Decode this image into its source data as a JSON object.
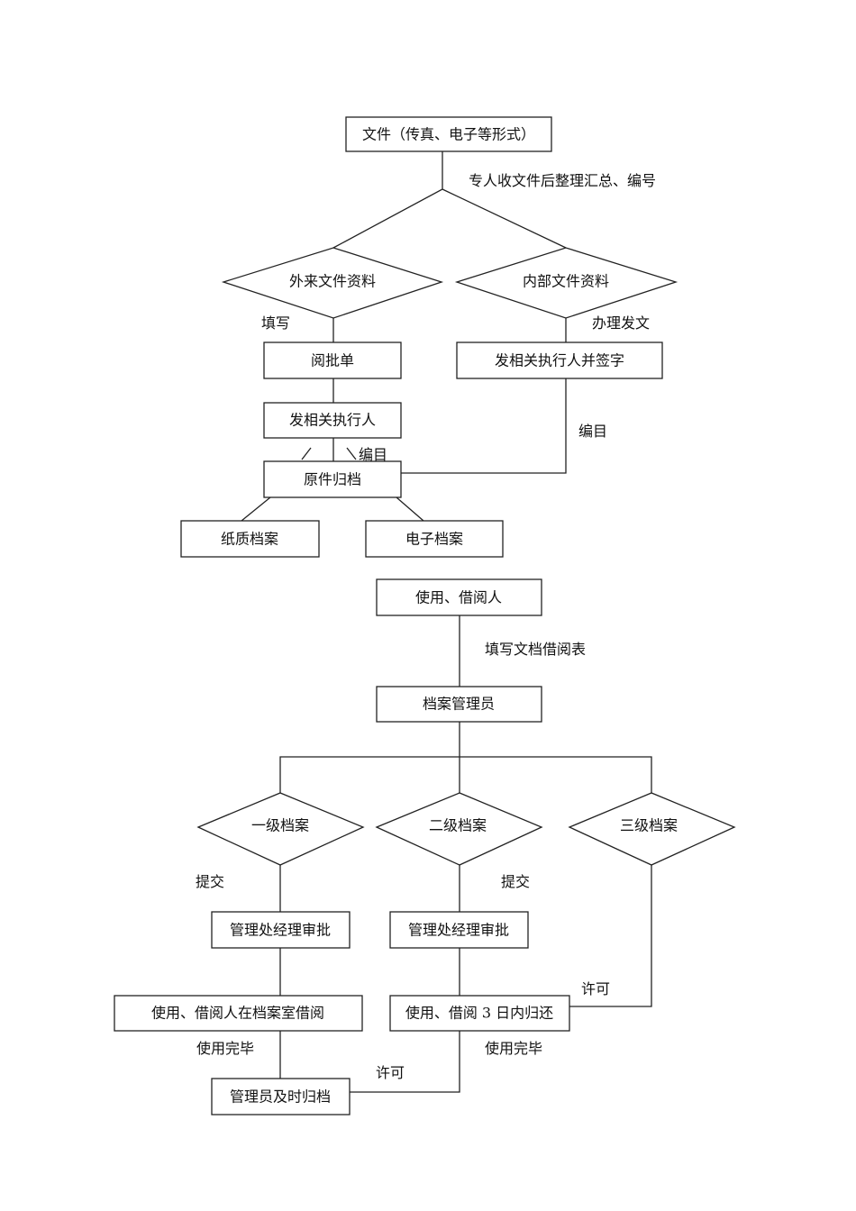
{
  "flow1": {
    "start": "文件（传真、电子等形式）",
    "receive_label": "专人收文件后整理汇总、编号",
    "external": "外来文件资料",
    "internal": "内部文件资料",
    "fill_label": "填写",
    "issue_label": "办理发文",
    "approval_form": "阅批单",
    "send_sign": "发相关执行人并签字",
    "send": "发相关执行人",
    "catalog_label_left": "编目",
    "catalog_label_right": "编目",
    "archive": "原件归档",
    "paper": "纸质档案",
    "electronic": "电子档案"
  },
  "flow2": {
    "user": "使用、借阅人",
    "form_label": "填写文档借阅表",
    "admin": "档案管理员",
    "level1": "一级档案",
    "level2": "二级档案",
    "level3": "三级档案",
    "submit1": "提交",
    "submit2": "提交",
    "approve1": "管理处经理审批",
    "approve2": "管理处经理审批",
    "borrow_room": "使用、借阅人在档案室借阅",
    "borrow_return": "使用、借阅 3 日内归还",
    "permit_right": "许可",
    "done1": "使用完毕",
    "done2": "使用完毕",
    "permit_bottom": "许可",
    "refile": "管理员及时归档"
  }
}
